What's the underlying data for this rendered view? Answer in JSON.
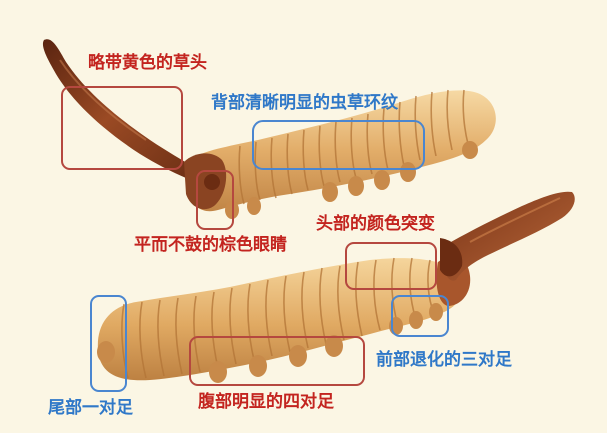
{
  "colors": {
    "background": "#fbf6e4",
    "red_label": "#c3241f",
    "blue_label": "#2f78c8",
    "red_box": "#b5483f",
    "blue_box": "#4a86d0",
    "body_light": "#f0c88a",
    "body_mid": "#dca663",
    "body_dark": "#b47a3c",
    "stroma_dark": "#6b2c12",
    "stroma_light": "#b05a2e"
  },
  "annotations": [
    {
      "id": "stroma-tip",
      "text": "略带黄色的草头",
      "color": "red"
    },
    {
      "id": "ring-pattern",
      "text": "背部清晰明显的虫草环纹",
      "color": "blue"
    },
    {
      "id": "brown-eyes",
      "text": "平而不鼓的棕色眼睛",
      "color": "red"
    },
    {
      "id": "head-color",
      "text": "头部的颜色突变",
      "color": "red"
    },
    {
      "id": "front-legs",
      "text": "前部退化的三对足",
      "color": "blue"
    },
    {
      "id": "tail-legs",
      "text": "尾部一对足",
      "color": "blue"
    },
    {
      "id": "belly-legs",
      "text": "腹部明显的四对足",
      "color": "red"
    }
  ]
}
